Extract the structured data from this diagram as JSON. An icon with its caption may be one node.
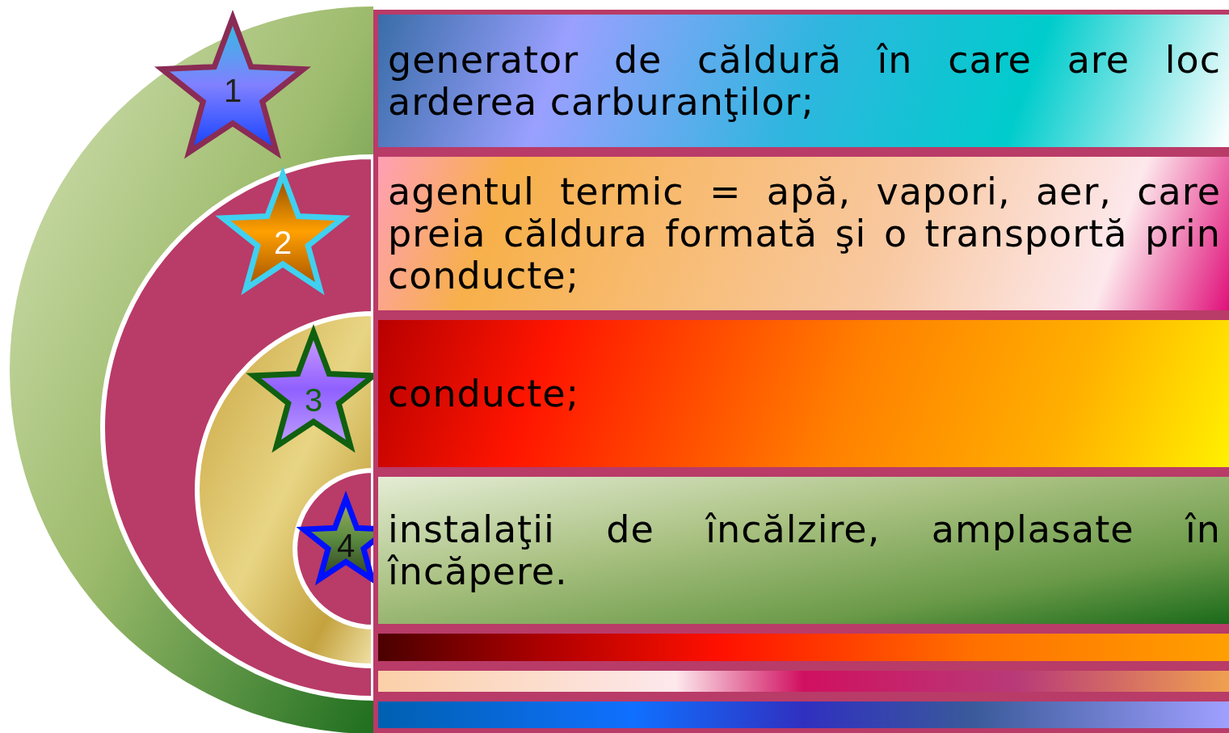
{
  "diagram": {
    "nodes": [
      {
        "text": [
          "1"
        ]
      },
      {
        "text": [
          "generator de căldură în care are loc arderea carburanţilor;"
        ]
      },
      {
        "text": [
          "2"
        ]
      },
      {
        "text": [
          "agentul termic = apă, vapori, aer, care preia căldura formată şi o transportă prin conducte;"
        ]
      },
      {
        "text": [
          "3"
        ]
      },
      {
        "text": [
          "conducte;"
        ]
      },
      {
        "text": [
          "4"
        ]
      },
      {
        "text": [
          "instalaţii de încălzire, amplasate în încăpere."
        ]
      },
      {
        "text": [],
        "shape": "bar"
      },
      {
        "text": [],
        "shape": "bar"
      },
      {
        "text": [],
        "shape": "bar"
      }
    ]
  }
}
